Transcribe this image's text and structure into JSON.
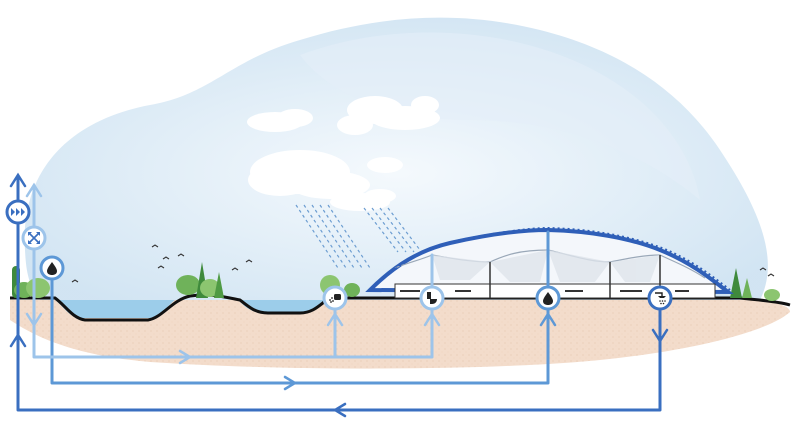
{
  "colors": {
    "sky_outer": "#d4e6f3",
    "sky_inner": "#eaf3fa",
    "ground": "#f3ddcc",
    "ground_dark": "#e9c9b4",
    "water": "#9ccdea",
    "roof_outline": "#2f5fb8",
    "flow_dark": "#3a6fc0",
    "flow_mid": "#5d98d6",
    "flow_light": "#9dc4ea",
    "tree_green": "#6fb25a",
    "tree_dark": "#3f8a3c",
    "cloud": "#ffffff",
    "rain": "#6c9dd1"
  },
  "icons": [
    {
      "name": "fast-forward-icon",
      "ring": "flow_dark"
    },
    {
      "name": "recycle-arrows-icon",
      "ring": "flow_light"
    },
    {
      "name": "water-drop-icon",
      "ring": "flow_mid"
    },
    {
      "name": "hose-sprinkler-icon",
      "ring": "flow_light"
    },
    {
      "name": "toilet-icon",
      "ring": "flow_light"
    },
    {
      "name": "water-drop-icon",
      "ring": "flow_mid"
    },
    {
      "name": "shower-icon",
      "ring": "flow_dark"
    }
  ]
}
